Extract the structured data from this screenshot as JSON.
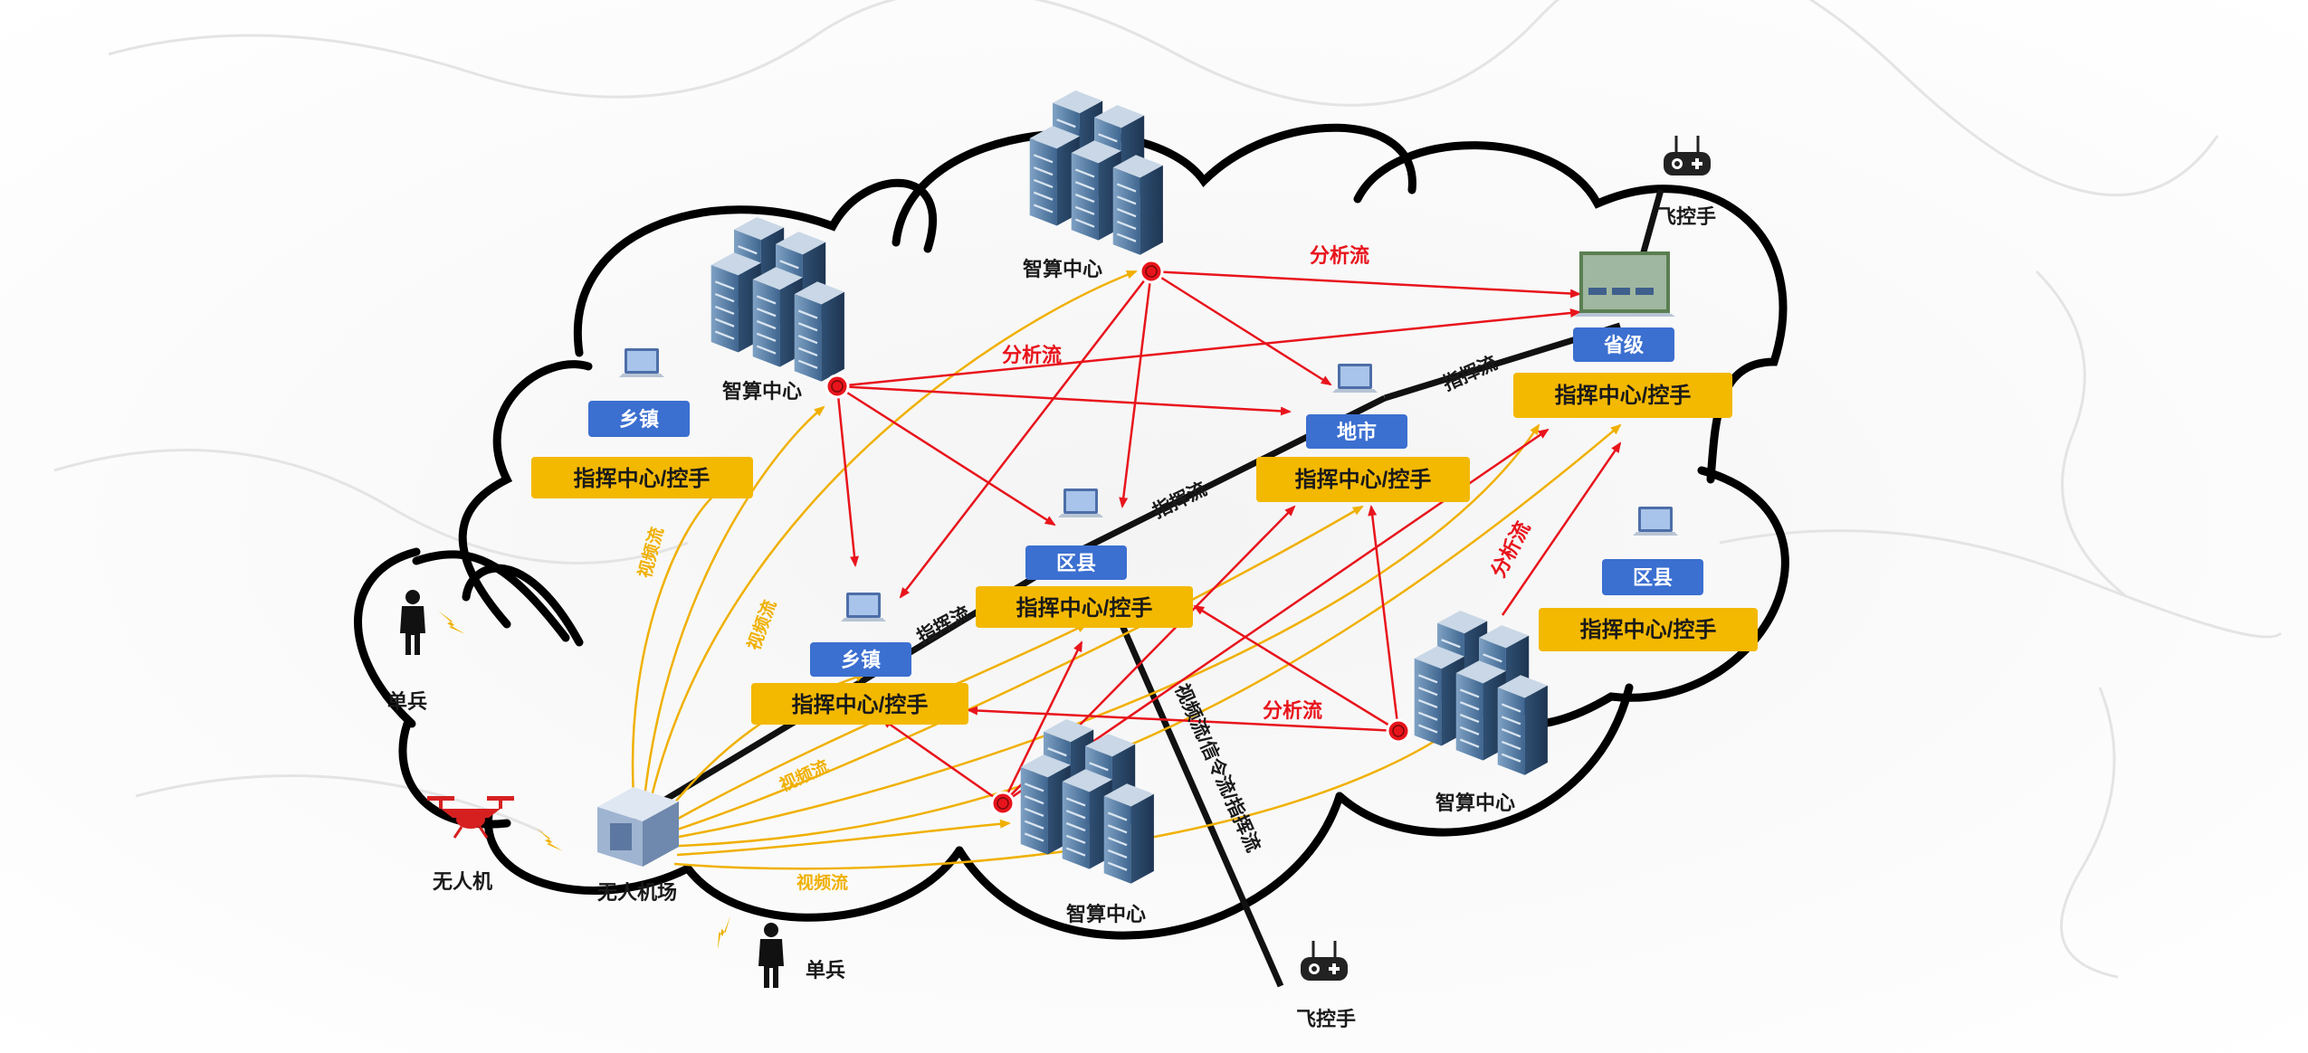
{
  "colors": {
    "command_box": "#f3b800",
    "tag_box": "#3b6fd0",
    "analysis_flow": "#e8141c",
    "video_flow": "#f0b000",
    "command_flow": "#111111",
    "cloud_outline": "#000000"
  },
  "labels": {
    "computing_center": "智算中心",
    "command_center": "指挥中心/控手",
    "flight_controller": "飞控手",
    "soldier": "单兵",
    "drone": "无人机",
    "drone_airport": "无人机场",
    "analysis_flow": "分析流",
    "video_flow": "视频流",
    "command_flow": "指挥流",
    "vertical_flow": "视频流/信令流/指挥流",
    "township": "乡镇",
    "district": "区县",
    "city": "地市",
    "province": "省级"
  },
  "icons": [
    "server-rack-icon",
    "laptop-icon",
    "drone-icon",
    "drone-airport-icon",
    "soldier-icon",
    "lightning-icon",
    "remote-controller-icon",
    "monitor-screen-icon"
  ]
}
